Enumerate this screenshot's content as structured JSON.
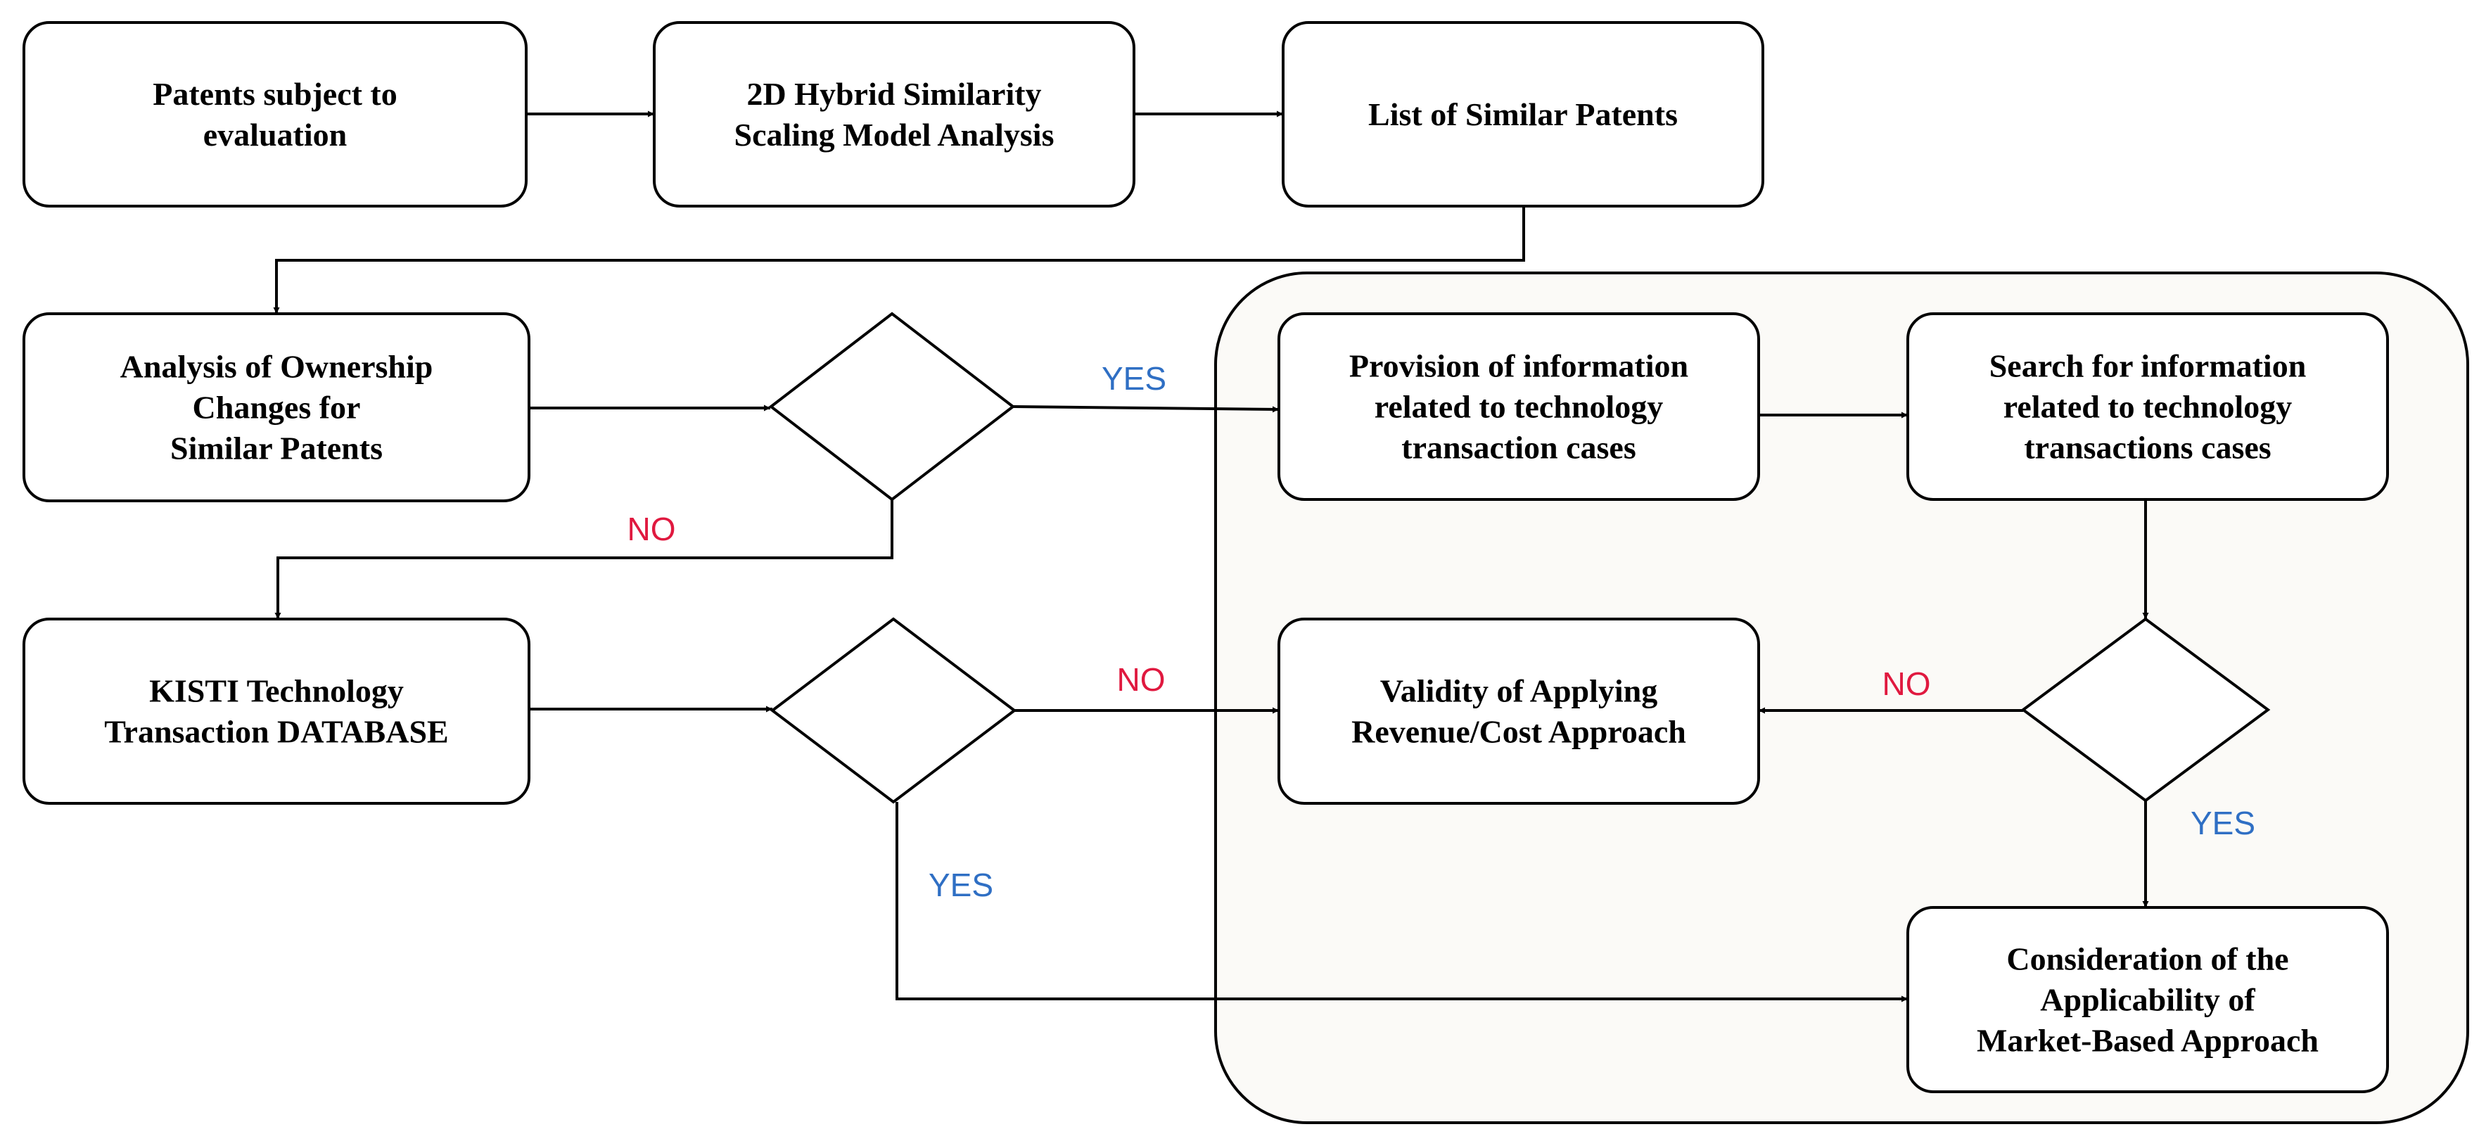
{
  "colors": {
    "stroke": "#000000",
    "box_fill": "#ffffff",
    "group_fill": "#fbfaf7",
    "yes": "#2f6fc4",
    "no": "#e0193f"
  },
  "boxes": {
    "patents_subject": [
      "Patents subject to",
      "evaluation"
    ],
    "hybrid_model": [
      "2D Hybrid Similarity",
      "Scaling Model Analysis"
    ],
    "similar_list": [
      "List of Similar Patents"
    ],
    "ownership": [
      "Analysis of Ownership",
      "Changes for",
      "Similar Patents"
    ],
    "provision": [
      "Provision of information",
      "related to technology",
      "transaction cases"
    ],
    "search": [
      "Search for information",
      "related to technology",
      "transactions cases"
    ],
    "kisti": [
      "KISTI Technology",
      "Transaction DATABASE"
    ],
    "validity": [
      "Validity of Applying",
      "Revenue/Cost Approach"
    ],
    "market": [
      "Consideration of the",
      "Applicability of",
      "Market-Based Approach"
    ]
  },
  "edge_labels": {
    "yes_ownership": "YES",
    "no_ownership": "NO",
    "no_kisti": "NO",
    "yes_kisti": "YES",
    "no_search": "NO",
    "yes_search": "YES"
  }
}
